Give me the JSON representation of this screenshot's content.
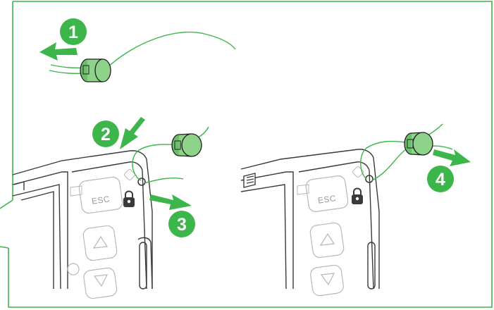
{
  "colors": {
    "accent": "#3cb54a",
    "seal_fill": "#8ed38a",
    "wire": "#3cb54a",
    "device_line": "#3a3a3a",
    "key_line": "#b8b8b8"
  },
  "steps": [
    {
      "number": "1",
      "action": "pull-out-left"
    },
    {
      "number": "2",
      "action": "push-down-left"
    },
    {
      "number": "3",
      "action": "pull-out-right"
    },
    {
      "number": "4",
      "action": "pull-out-right"
    }
  ],
  "keypad": {
    "esc_label": "ESC",
    "up_icon": "triangle-up-icon",
    "down_icon": "triangle-down-icon",
    "lock_icon": "padlock-icon"
  }
}
